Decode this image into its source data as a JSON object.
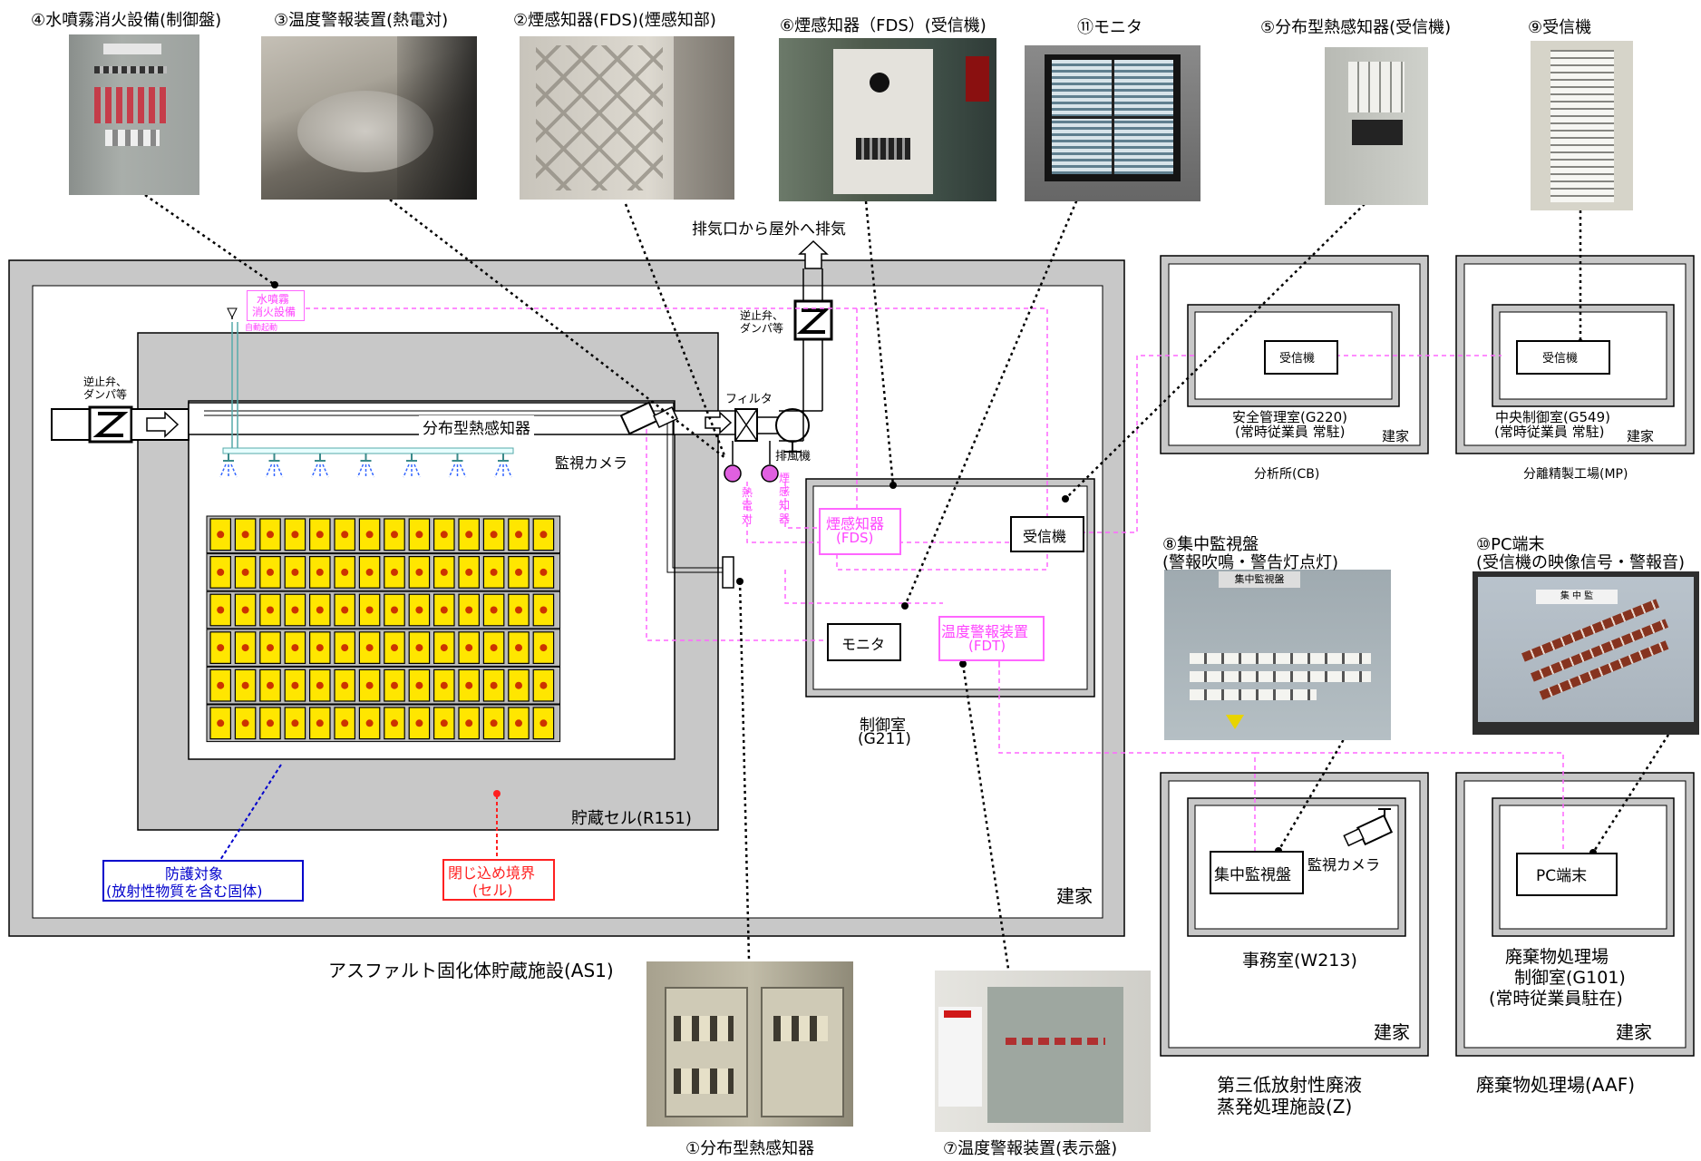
{
  "photos": {
    "p4": "④水噴霧消火設備(制御盤)",
    "p3": "③温度警報装置(熱電対)",
    "p2": "②煙感知器(FDS)(煙感知部)",
    "p6": "⑥煙感知器（FDS）(受信機)",
    "p11": "⑪モニタ",
    "p5": "⑤分布型熱感知器(受信機)",
    "p9": "⑨受信機",
    "p8a": "⑧集中監視盤",
    "p8b": "(警報吹鳴・警告灯点灯)",
    "p10a": "⑩PC端末",
    "p10b": "(受信機の映像信号・警報音)",
    "p1": "①分布型熱感知器",
    "p7": "⑦温度警報装置(表示盤)",
    "panel8_header": "集中監視盤",
    "panel10_header": "集 中 監"
  },
  "main": {
    "exhaust_label": "排気口から屋外へ排気",
    "check_valve_left_1": "逆止弁、",
    "check_valve_left_2": "ダンパ等",
    "check_valve_right_1": "逆止弁、",
    "check_valve_right_2": "ダンパ等",
    "water_spray_1": "水噴霧",
    "water_spray_2": "消火設備",
    "auto_start": "自動起動",
    "distributed_sensor": "分布型熱感知器",
    "filter": "フィルタ",
    "exhaust_fan": "排風機",
    "camera": "監視カメラ",
    "thermocouple": [
      "熱",
      "電",
      "対"
    ],
    "smoke_sensor_v": [
      "煙",
      "感",
      "知",
      "器"
    ],
    "storage_cell": "貯蔵セル(R151)",
    "building": "建家",
    "facility_name": "アスファルト固化体貯蔵施設(AS1)",
    "protect_1": "防護対象",
    "protect_2": "(放射性物質を含む固体)",
    "contain_1": "閉じ込め境界",
    "contain_2": "(セル)"
  },
  "control_room": {
    "smoke_1": "煙感知器",
    "smoke_2": "(FDS)",
    "receiver": "受信機",
    "monitor": "モニタ",
    "temp_1": "温度警報装置",
    "temp_2": "(FDT)",
    "name_1": "制御室",
    "name_2": "(G211)"
  },
  "cb": {
    "receiver": "受信機",
    "room_1": "安全管理室(G220)",
    "room_2": "(常時従業員 常駐)",
    "building": "建家",
    "facility": "分析所(CB)"
  },
  "mp": {
    "receiver": "受信機",
    "room_1": "中央制御室(G549)",
    "room_2": "(常時従業員 常駐)",
    "building": "建家",
    "facility": "分離精製工場(MP)"
  },
  "z": {
    "panel": "集中監視盤",
    "camera": "監視カメラ",
    "room": "事務室(W213)",
    "building": "建家",
    "facility_1": "第三低放射性廃液",
    "facility_2": "蒸発処理施設(Z)"
  },
  "aaf": {
    "pc": "PC端末",
    "room_1": "廃棄物処理場",
    "room_2": "制御室(G101)",
    "room_3": "(常時従業員駐在)",
    "building": "建家",
    "facility": "廃棄物処理場(AAF)"
  },
  "colors": {
    "pink": "#ff66ff",
    "pink_fill": "#e060e0",
    "blue": "#0000cc",
    "red": "#ff2020",
    "gray": "#c8c8c8",
    "drum_yellow": "#ffe600"
  }
}
